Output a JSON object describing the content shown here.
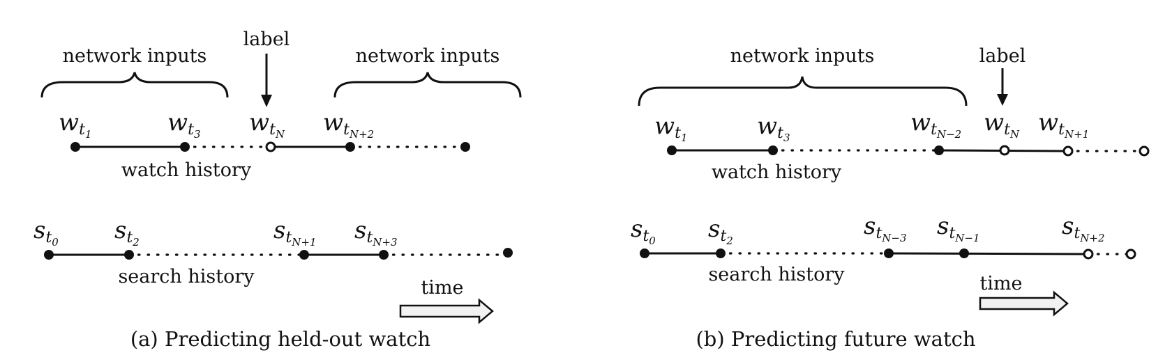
{
  "panel_a": {
    "caption": "(a) Predicting held-out watch",
    "network_inputs_left": "network inputs",
    "network_inputs_right": "network inputs",
    "label": "label",
    "watch_history": "watch history",
    "search_history": "search history",
    "time": "time",
    "watch_points": [
      {
        "base": "w",
        "sub": "t",
        "subsub": "1"
      },
      {
        "base": "w",
        "sub": "t",
        "subsub": "3"
      },
      {
        "base": "w",
        "sub": "t",
        "subsub": "N"
      },
      {
        "base": "w",
        "sub": "t",
        "subsub": "N+2"
      }
    ],
    "search_points": [
      {
        "base": "s",
        "sub": "t",
        "subsub": "0"
      },
      {
        "base": "s",
        "sub": "t",
        "subsub": "2"
      },
      {
        "base": "s",
        "sub": "t",
        "subsub": "N+1"
      },
      {
        "base": "s",
        "sub": "t",
        "subsub": "N+3"
      }
    ]
  },
  "panel_b": {
    "caption": "(b) Predicting future watch",
    "network_inputs": "network inputs",
    "label": "label",
    "watch_history": "watch history",
    "search_history": "search history",
    "time": "time",
    "watch_points": [
      {
        "base": "w",
        "sub": "t",
        "subsub": "1"
      },
      {
        "base": "w",
        "sub": "t",
        "subsub": "3"
      },
      {
        "base": "w",
        "sub": "t",
        "subsub": "N−2"
      },
      {
        "base": "w",
        "sub": "t",
        "subsub": "N"
      },
      {
        "base": "w",
        "sub": "t",
        "subsub": "N+1"
      }
    ],
    "search_points": [
      {
        "base": "s",
        "sub": "t",
        "subsub": "0"
      },
      {
        "base": "s",
        "sub": "t",
        "subsub": "2"
      },
      {
        "base": "s",
        "sub": "t",
        "subsub": "N−3"
      },
      {
        "base": "s",
        "sub": "t",
        "subsub": "N−1"
      },
      {
        "base": "s",
        "sub": "t",
        "subsub": "N+2"
      }
    ]
  }
}
